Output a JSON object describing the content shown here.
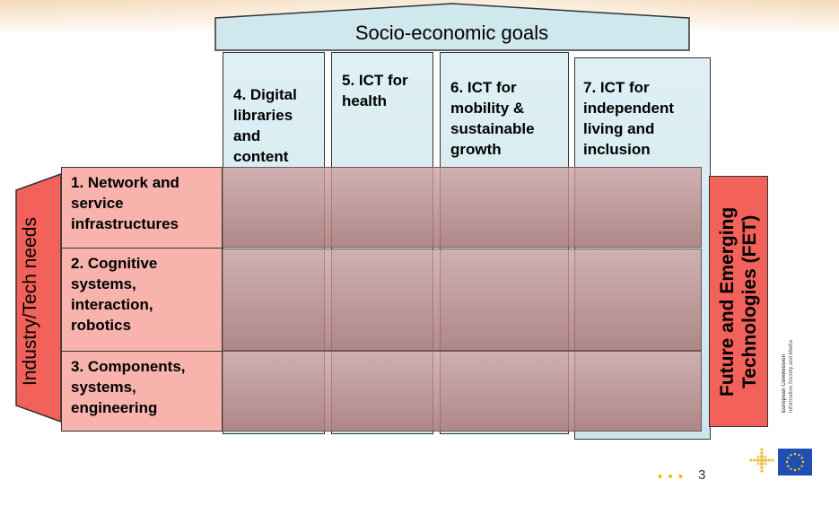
{
  "socio_economic_goals": "Socio-economic goals",
  "columns": [
    {
      "label": "4. Digital libraries and content",
      "lines": [
        "4. Digital",
        "libraries",
        "and",
        "content"
      ]
    },
    {
      "label": "5. ICT for health",
      "lines": [
        "5. ICT for",
        "health"
      ]
    },
    {
      "label": "6. ICT for mobility & sustainable growth",
      "lines": [
        "6. ICT for",
        "mobility &",
        "sustainable",
        "growth"
      ]
    },
    {
      "label": "7. ICT for independent living and inclusion",
      "lines": [
        "7. ICT for",
        "independent",
        "living and",
        "inclusion"
      ]
    }
  ],
  "rows": [
    {
      "label": "1. Network and service infrastructures",
      "lines": [
        "1. Network and",
        "service",
        "infrastructures"
      ]
    },
    {
      "label": "2. Cognitive systems, interaction, robotics",
      "lines": [
        "2. Cognitive",
        "systems,",
        "interaction,",
        "robotics"
      ]
    },
    {
      "label": "3. Components, systems, engineering",
      "lines": [
        "3. Components,",
        "systems,",
        "engineering"
      ]
    }
  ],
  "left_arrow_label": "Industry/Tech needs",
  "right_label_lines": [
    "Future and Emerging",
    "Technologies (FET)"
  ],
  "logo": {
    "line1": "European Commission",
    "line2": "Information Society and Media"
  },
  "page_number": "3",
  "dots": "• • •",
  "colors": {
    "goal_fill": "#cfe8ee",
    "row_fill": "#f7b3ac",
    "fet_fill": "#f2625b",
    "band_fill": "#b58282",
    "eu_blue": "#1f4fb3",
    "eu_star": "#ffd200",
    "accent_yellow": "#f2b800"
  }
}
